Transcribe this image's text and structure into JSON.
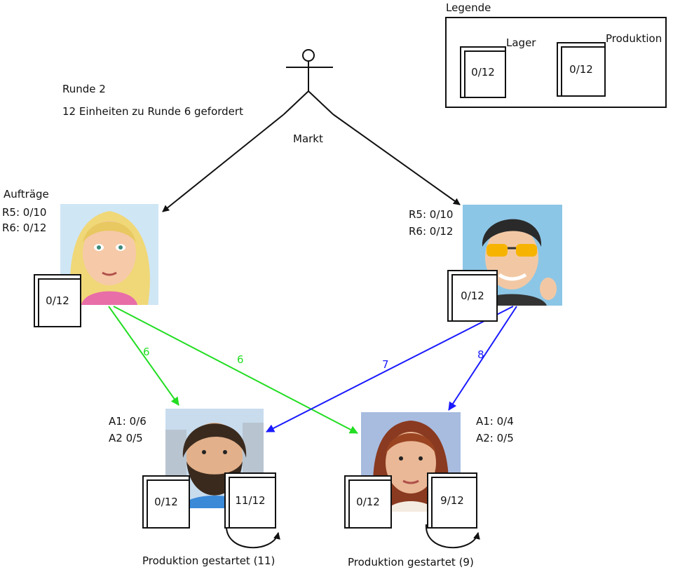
{
  "legend": {
    "title": "Legende",
    "lager_label": "Lager",
    "produktion_label": "Produktion",
    "lager_value": "0/12",
    "produktion_value": "0/12"
  },
  "round": {
    "label": "Runde 2",
    "demand": "12 Einheiten zu Runde 6 gefordert"
  },
  "market": {
    "label": "Markt"
  },
  "retailer_left": {
    "orders_title": "Aufträge",
    "r5": "R5: 0/10",
    "r6": "R6: 0/12",
    "stock": "0/12"
  },
  "retailer_right": {
    "r5": "R5: 0/10",
    "r6": "R6: 0/12",
    "stock": "0/12"
  },
  "producer_left": {
    "a1": "A1: 0/6",
    "a2": "A2  0/5",
    "stock": "0/12",
    "production": "11/12",
    "status": "Produktion gestartet (11)"
  },
  "producer_right": {
    "a1": "A1: 0/4",
    "a2": "A2: 0/5",
    "stock": "0/12",
    "production": "9/12",
    "status": "Produktion gestartet (9)"
  },
  "flows": [
    {
      "label": "6",
      "color": "#22dd22"
    },
    {
      "label": "6",
      "color": "#22dd22"
    },
    {
      "label": "7",
      "color": "#1a1aff"
    },
    {
      "label": "8",
      "color": "#1a1aff"
    }
  ]
}
